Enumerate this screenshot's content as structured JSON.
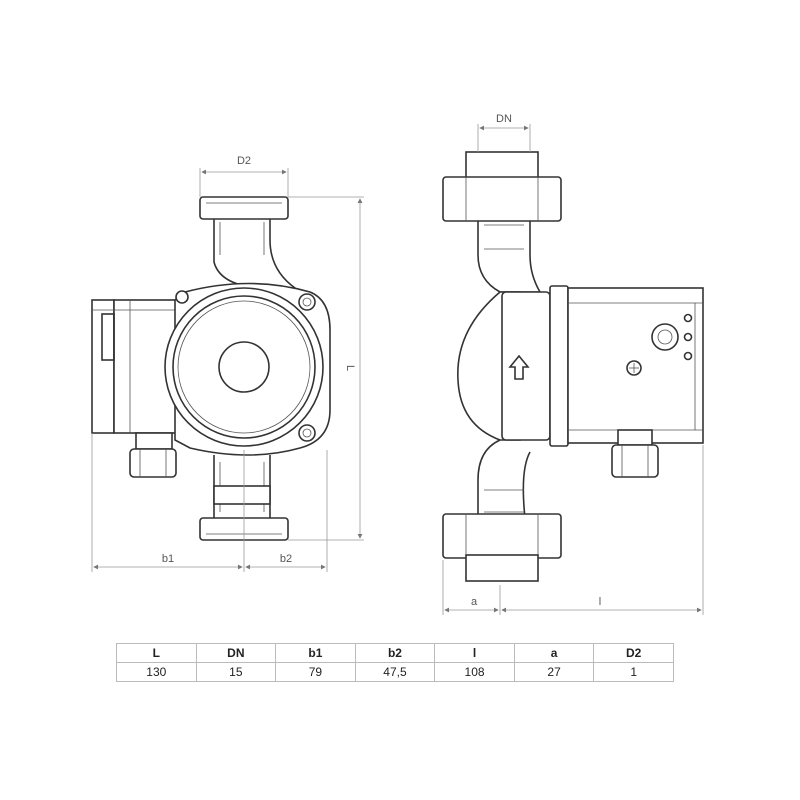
{
  "labels": {
    "dn": "DN",
    "d2": "D2",
    "L": "L",
    "b1": "b1",
    "b2": "b2",
    "l": "l",
    "a": "a"
  },
  "table": {
    "headers": [
      "L",
      "DN",
      "b1",
      "b2",
      "l",
      "a",
      "D2"
    ],
    "values": [
      "130",
      "15",
      "79",
      "47,5",
      "108",
      "27",
      "1"
    ]
  }
}
